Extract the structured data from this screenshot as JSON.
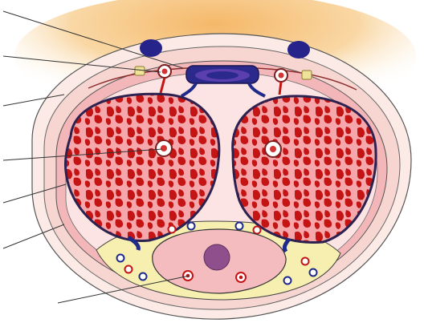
{
  "figure": {
    "subject": "penis-cross-section",
    "unlabeled_leader_lines": 7
  },
  "structures": [
    {
      "id": "deep-dorsal-vein",
      "kind": "vessel"
    },
    {
      "id": "dorsal-artery-left",
      "kind": "vessel"
    },
    {
      "id": "dorsal-artery-right",
      "kind": "vessel"
    },
    {
      "id": "dorsal-nerve-left",
      "kind": "nerve"
    },
    {
      "id": "dorsal-nerve-right",
      "kind": "nerve"
    },
    {
      "id": "superficial-dorsal-vein-left",
      "kind": "vessel"
    },
    {
      "id": "superficial-dorsal-vein-right",
      "kind": "vessel"
    },
    {
      "id": "corpus-cavernosum-left",
      "kind": "erectile-tissue"
    },
    {
      "id": "corpus-cavernosum-right",
      "kind": "erectile-tissue"
    },
    {
      "id": "cavernous-artery-left",
      "kind": "vessel"
    },
    {
      "id": "cavernous-artery-right",
      "kind": "vessel"
    },
    {
      "id": "corpus-spongiosum",
      "kind": "erectile-tissue"
    },
    {
      "id": "urethra",
      "kind": "lumen"
    },
    {
      "id": "tunica-albuginea",
      "kind": "fascia"
    },
    {
      "id": "bucks-fascia",
      "kind": "fascia"
    },
    {
      "id": "skin",
      "kind": "tissue"
    }
  ],
  "colors": {
    "skin_glow": "#f7c98a",
    "skin_outer": "#f8d9d2",
    "fascia_pink": "#f2b3b6",
    "fascia_yellow": "#f7f1b2",
    "tunica": "#2d2150",
    "sinusoid_red": "#c41414",
    "cavernosum_pink": "#f7a8ad",
    "vein_blue": "#1f2a8a",
    "spongiosum_pink": "#f4bcbe",
    "urethra_purple": "#8e4f8c",
    "leader": "#333333"
  }
}
